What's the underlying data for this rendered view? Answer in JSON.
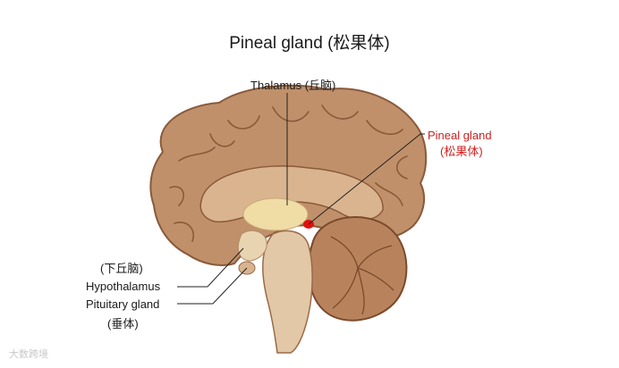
{
  "title": "Pineal gland (松果体)",
  "labels": {
    "thalamus": "Thalamus (丘脑)",
    "pineal_en": "Pineal gland",
    "pineal_zh": "(松果体)",
    "hypothalamus_zh": "(下丘脑)",
    "hypothalamus_en": "Hypothalamus",
    "pituitary_en": "Pituitary gland",
    "pituitary_zh": "(垂体)"
  },
  "watermark": "大数跨境",
  "colors": {
    "brain": "#c0906a",
    "brain_outline": "#8a5a3a",
    "inner": "#d9b48f",
    "thalamus": "#f0dca5",
    "pineal": "#e01010",
    "label_red": "#d0201f"
  }
}
